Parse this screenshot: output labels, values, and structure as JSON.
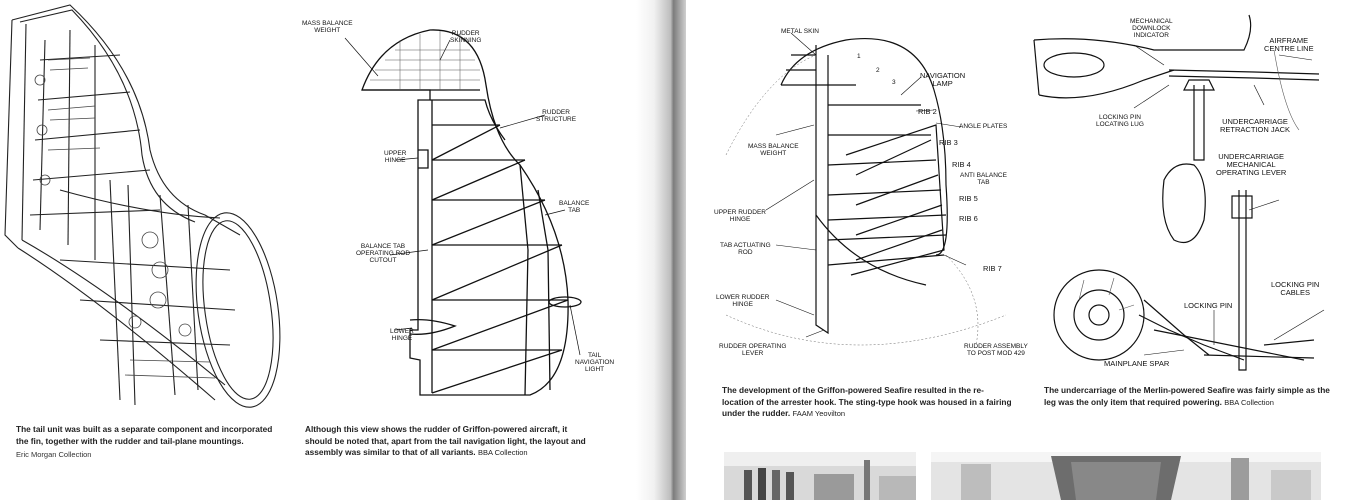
{
  "left_page": {
    "fig1": {
      "caption": "The tail unit was built as a separate component and incorporated the fin, together with the rudder and tail-plane mountings.",
      "credit": "Eric Morgan Collection"
    },
    "fig2": {
      "labels": {
        "mass_balance_weight": "MASS BALANCE\nWEIGHT",
        "rudder_skinning": "RUDDER\nSKINNING",
        "rudder_structure": "RUDDER\nSTRUCTURE",
        "upper_hinge": "UPPER\nHINGE",
        "balance_tab": "BALANCE\nTAB",
        "balance_tab_cutout": "BALANCE TAB\nOPERATING ROD\nCUTOUT",
        "lower_hinge": "LOWER\nHINGE",
        "tail_navigation_light": "TAIL\nNAVIGATION\nLIGHT"
      },
      "caption": "Although this view shows the rudder of Griffon-powered aircraft, it should be noted that, apart from the tail navigation light, the layout and assembly was similar to that of all variants.",
      "credit": "BBA Collection"
    }
  },
  "right_page": {
    "fig3": {
      "labels": {
        "metal_skin": "METAL SKIN",
        "navigation_lamp": "NAVIGATION\nLAMP",
        "rib2": "RIB 2",
        "angle_plates": "ANGLE PLATES",
        "rib3": "RIB 3",
        "mass_balance_weight": "MASS BALANCE\nWEIGHT",
        "rib4": "RIB 4",
        "anti_balance_tab": "ANTI BALANCE\nTAB",
        "rib5": "RIB 5",
        "upper_rudder_hinge": "UPPER RUDDER\nHINGE",
        "rib6": "RIB 6",
        "tab_actuating_rod": "TAB ACTUATING\nROD",
        "rib7": "RIB 7",
        "lower_rudder_hinge": "LOWER RUDDER\nHINGE",
        "rudder_operating_lever": "RUDDER OPERATING\nLEVER",
        "rudder_assembly": "RUDDER ASSEMBLY\nTO POST MOD 429",
        "n1": "1",
        "n2": "2",
        "n3": "3"
      },
      "caption": "The development of the Griffon-powered Seafire resulted in the re-location of the arrester hook. The sting-type hook was housed in a fairing under the rudder.",
      "credit": "FAAM Yeovilton"
    },
    "fig4": {
      "labels": {
        "mech_downlock": "MECHANICAL\nDOWNLOCK\nINDICATOR",
        "airframe_centre_line": "AIRFRAME\nCENTRE LINE",
        "locking_pin_lug": "LOCKING PIN\nLOCATING LUG",
        "retraction_jack": "UNDERCARRIAGE\nRETRACTION JACK",
        "mech_operating_lever": "UNDERCARRIAGE\nMECHANICAL\nOPERATING LEVER",
        "locking_pin_cables": "LOCKING PIN\nCABLES",
        "locking_pin": "LOCKING PIN",
        "mainplane_spar": "MAINPLANE SPAR"
      },
      "caption": "The undercarriage of the Merlin-powered Seafire was fairly simple as the leg was the only item that required powering.",
      "credit": "BBA Collection"
    }
  }
}
